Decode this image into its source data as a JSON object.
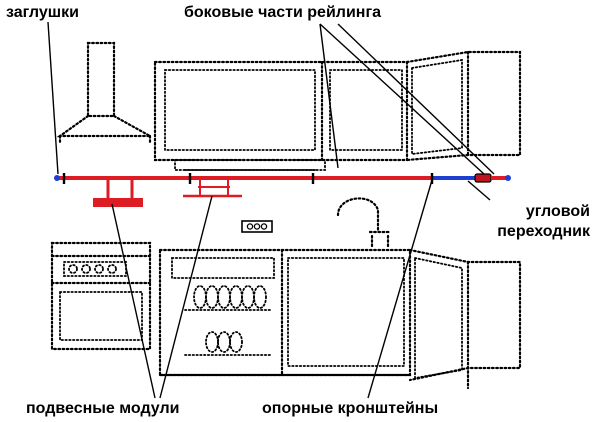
{
  "labels": {
    "plugs": "заглушки",
    "side_parts": "боковые части рейлинга",
    "corner_adapter": "угловой переходник",
    "hanging_modules": "подвесные модули",
    "support_brackets": "опорные кронштейны"
  },
  "colors": {
    "rail": "#dd1c24",
    "corner_rail": "#1f3fd0",
    "accent_end": "#c1121f",
    "outline": "#000000"
  }
}
